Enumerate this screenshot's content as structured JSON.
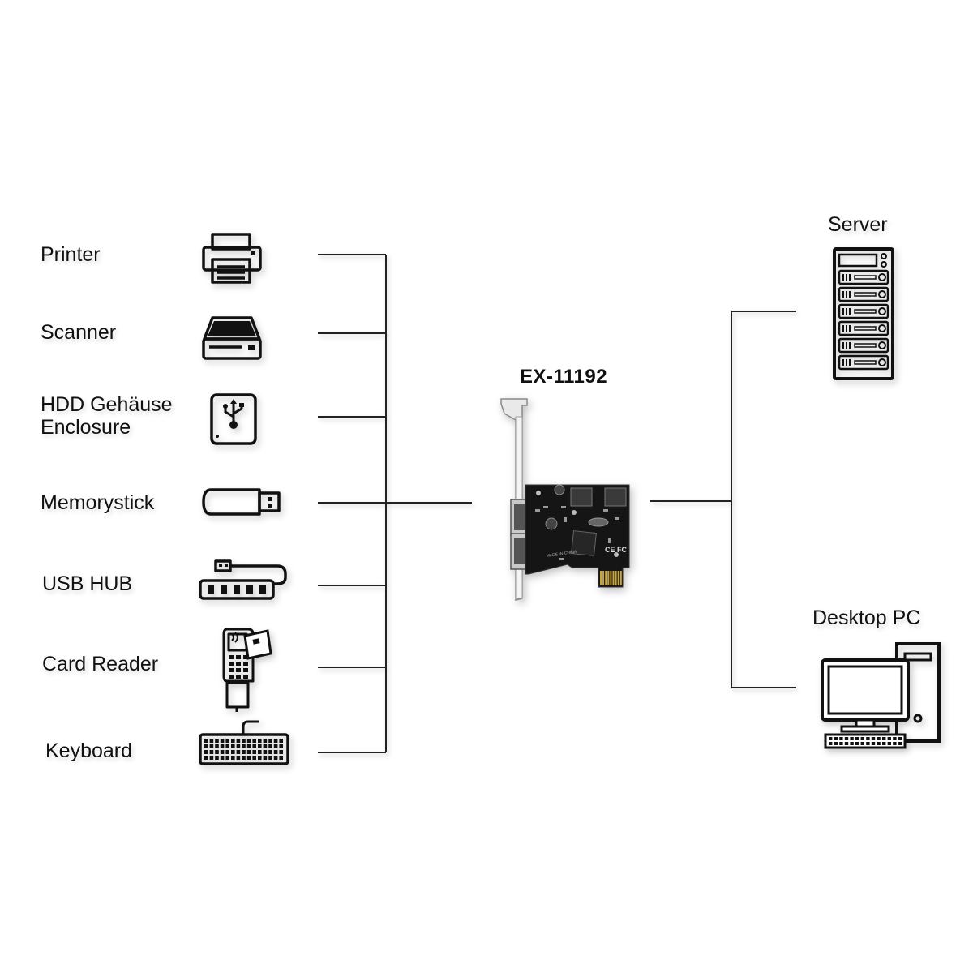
{
  "card": {
    "model": "EX-11192",
    "silk_text": "MADE IN CHINA",
    "ce_mark": "CE FC"
  },
  "devices": [
    {
      "label": "Printer",
      "icon": "printer-icon"
    },
    {
      "label": "Scanner",
      "icon": "scanner-icon"
    },
    {
      "label_line1": "HDD Gehäuse",
      "label_line2": "Enclosure",
      "icon": "usb-hdd-icon"
    },
    {
      "label": "Memorystick",
      "icon": "usb-stick-icon"
    },
    {
      "label": "USB HUB",
      "icon": "usb-hub-icon"
    },
    {
      "label": "Card Reader",
      "icon": "card-reader-icon"
    },
    {
      "label": "Keyboard",
      "icon": "keyboard-icon"
    }
  ],
  "hosts": [
    {
      "label": "Server",
      "icon": "server-icon"
    },
    {
      "label": "Desktop PC",
      "icon": "desktop-pc-icon"
    }
  ]
}
